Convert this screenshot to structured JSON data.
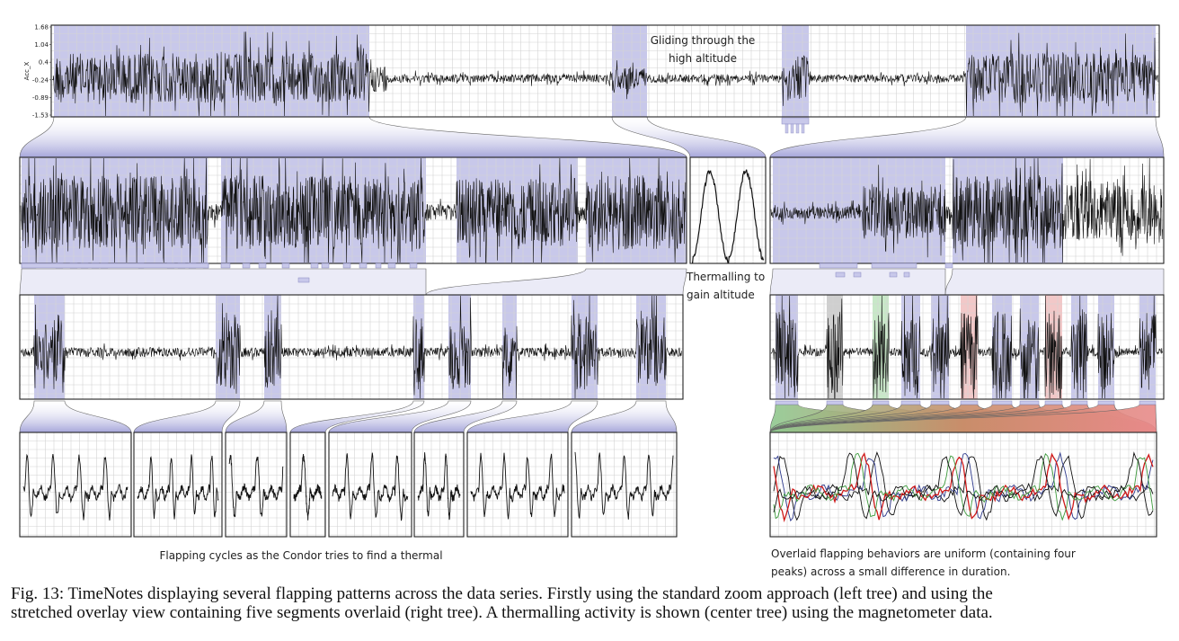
{
  "annotations": {
    "gliding": [
      "Gliding through the",
      "high altitude"
    ],
    "thermalling": [
      "Thermalling to",
      "gain altitude"
    ],
    "flapping_cycles": "Flapping cycles as the Condor tries to find a thermal",
    "overlaid": [
      "Overlaid flapping behaviors are uniform (containing four",
      "peaks) across a small difference in duration."
    ]
  },
  "caption": {
    "line1": "Fig. 13: TimeNotes displaying several flapping patterns across the data series. Firstly using the standard zoom approach (left tree) and using the",
    "line2": "stretched overlay view containing five segments overlaid (right tree). A thermalling activity is shown (center tree) using the magnetometer data."
  },
  "colors": {
    "highlight": "#c8c8ea",
    "highlight_gray": "#cfcfcf",
    "highlight_green": "#c8e8c8",
    "highlight_red": "#f2c8c8",
    "grid": "#d4d4d4",
    "trace": "#111111"
  },
  "chart_data": {
    "type": "line",
    "description_of_series": "Acc_X accelerometer time series shown at multiple zoom levels",
    "ylabel": "Acc_X",
    "y_ticks": [
      "1.68",
      "1.04",
      "0.4",
      "-0.24",
      "-0.89",
      "-1.53"
    ],
    "ylim": [
      -1.53,
      1.68
    ],
    "overlay_series_colors": [
      "#111111",
      "#2e3a8c",
      "#d01818",
      "#3c9a3c",
      "#111111"
    ],
    "overlay_segment_count": 5
  }
}
